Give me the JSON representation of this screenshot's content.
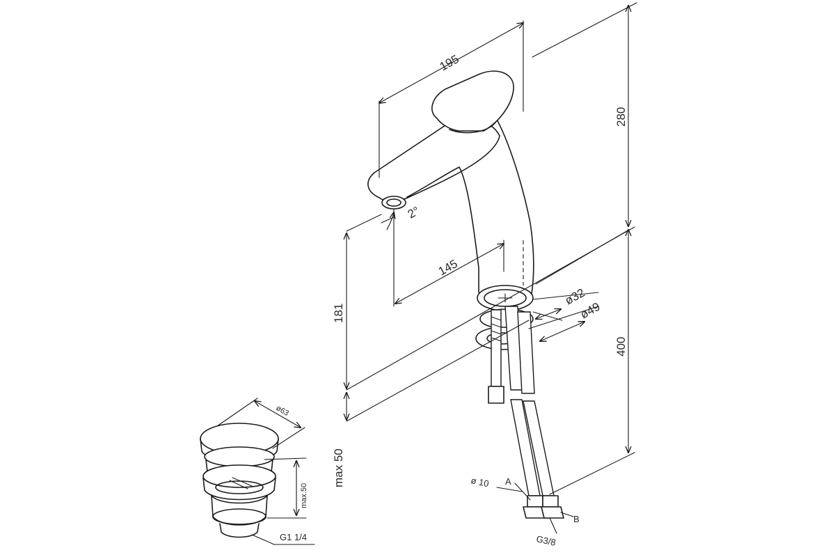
{
  "dimensions": {
    "spout_reach": "195",
    "total_height": "280",
    "spout_height": "181",
    "spout_projection": "145",
    "spout_angle": "2°",
    "base_diameter": "ø32",
    "flange_diameter": "ø49",
    "overall_length": "400",
    "max_counter": "max 50",
    "hose_diameter": "ø 10",
    "hose_label_a": "A",
    "hose_label_b": "B",
    "hose_thread": "G3/8"
  },
  "drain_dimensions": {
    "cap_diameter": "ø63",
    "max_height": "max.50",
    "thread": "G1 1/4"
  },
  "colors": {
    "line": "#1a1a1a",
    "text": "#2a2a2a",
    "background": "#ffffff"
  }
}
